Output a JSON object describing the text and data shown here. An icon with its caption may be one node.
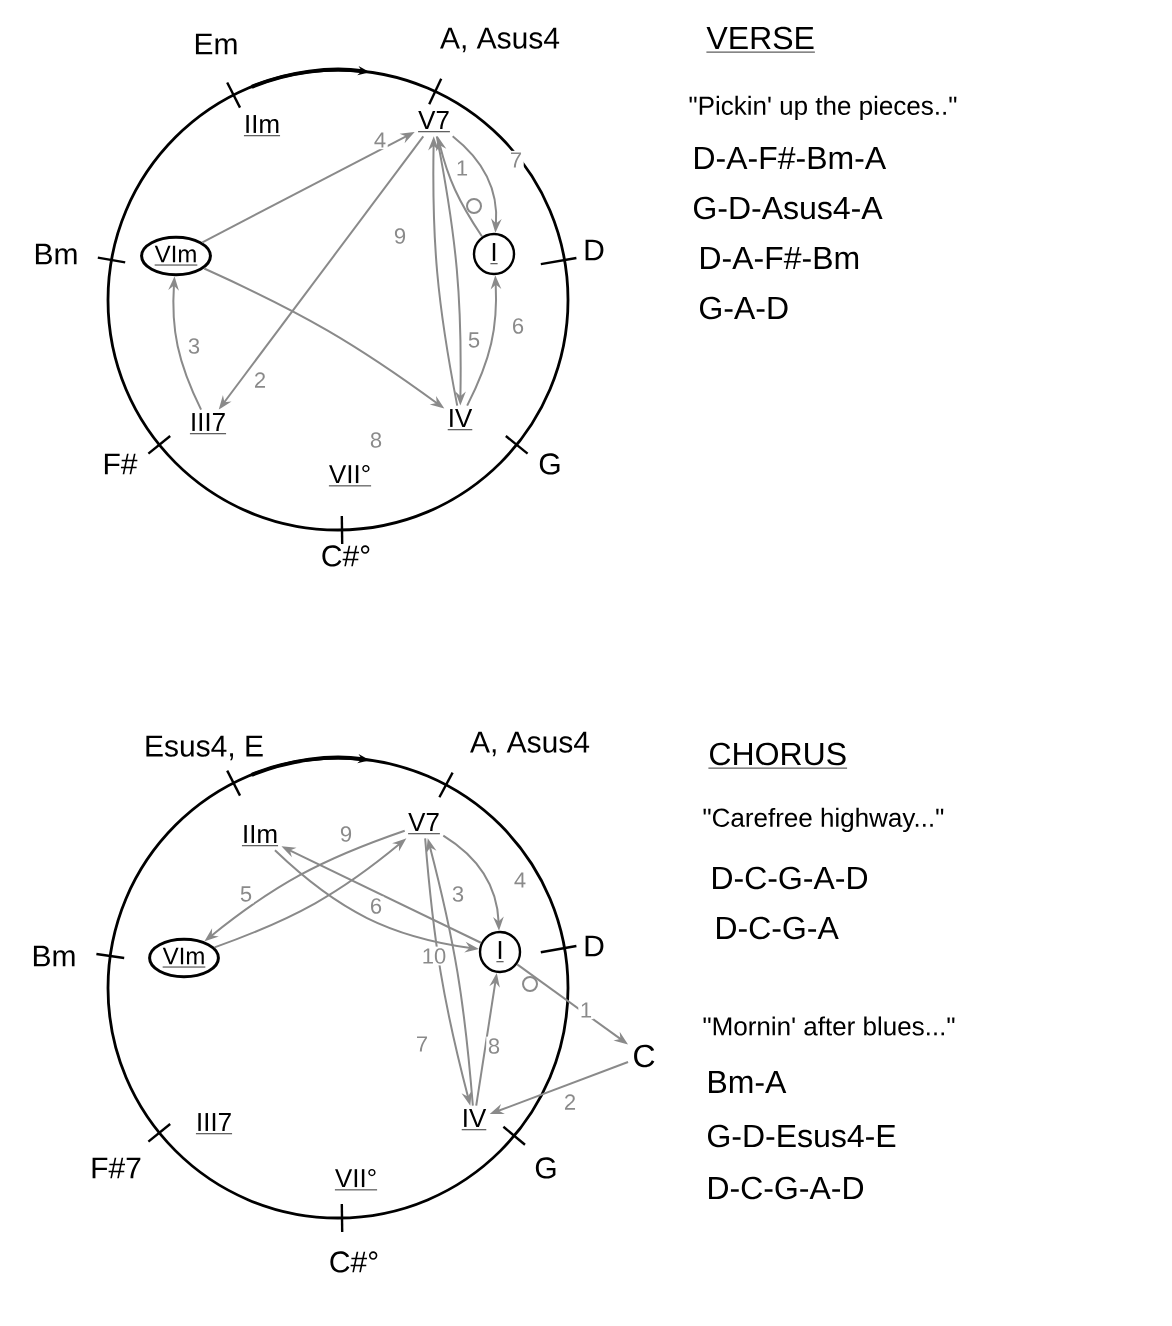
{
  "diagram": {
    "nodes": [
      {
        "text": [],
        "shape": "circle"
      },
      {
        "text": [
          "IIm"
        ],
        "in": 0,
        "beside": [
          "Em"
        ]
      },
      {
        "text": [
          "V7"
        ],
        "in": 0,
        "beside": [
          "A, Asus4"
        ]
      },
      {
        "text": [
          "VIm"
        ],
        "in": 0,
        "beside": [
          "Bm"
        ]
      },
      {
        "text": [
          "I"
        ],
        "in": 0,
        "beside": [
          "D"
        ]
      },
      {
        "text": [
          "III7"
        ],
        "in": 0,
        "beside": [
          "F#"
        ]
      },
      {
        "text": [
          "IV"
        ],
        "in": 0,
        "beside": [
          "G"
        ]
      },
      {
        "text": [
          "VII°"
        ],
        "in": 0,
        "beside": [
          "C#°"
        ]
      },
      {
        "text": [],
        "shape": "circle"
      },
      {
        "text": [
          "IIm"
        ],
        "in": 8,
        "beside": [
          "Esus4, E"
        ]
      },
      {
        "text": [
          "V7"
        ],
        "in": 8,
        "beside": [
          "A, Asus4"
        ]
      },
      {
        "text": [
          "VIm"
        ],
        "in": 8,
        "beside": [
          "Bm"
        ]
      },
      {
        "text": [
          "I"
        ],
        "in": 8,
        "beside": [
          "D"
        ]
      },
      {
        "text": [
          "C"
        ]
      },
      {
        "text": [
          "IV"
        ],
        "in": 8,
        "beside": [
          "G"
        ]
      },
      {
        "text": [
          "III7"
        ],
        "in": 8,
        "beside": [
          "F#7"
        ]
      },
      {
        "text": [
          "VII°"
        ],
        "in": 8,
        "beside": [
          "C#°"
        ]
      }
    ],
    "edges": [
      {
        "from": 4,
        "to": 2,
        "arrow": "to",
        "label": "1"
      },
      {
        "from": 2,
        "to": 5,
        "arrow": "to",
        "label": "2"
      },
      {
        "from": 5,
        "to": 3,
        "arrow": "to",
        "label": "3"
      },
      {
        "from": 3,
        "to": 2,
        "arrow": "to",
        "label": "4"
      },
      {
        "from": 2,
        "to": 6,
        "arrow": "to",
        "label": "5"
      },
      {
        "from": 6,
        "to": 4,
        "arrow": "to",
        "label": "6"
      },
      {
        "from": 2,
        "to": 4,
        "arrow": "to",
        "label": "7"
      },
      {
        "from": 3,
        "to": 6,
        "arrow": "to",
        "label": "8"
      },
      {
        "from": 6,
        "to": 2,
        "arrow": "to",
        "label": "9"
      },
      {
        "from": 12,
        "to": 13,
        "arrow": "to",
        "label": "1"
      },
      {
        "from": 13,
        "to": 14,
        "arrow": "to",
        "label": "2"
      },
      {
        "from": 14,
        "to": 10,
        "arrow": "to",
        "label": "3"
      },
      {
        "from": 10,
        "to": 12,
        "arrow": "to",
        "label": "4"
      },
      {
        "from": 10,
        "to": 11,
        "arrow": "to",
        "label": "5"
      },
      {
        "from": 11,
        "to": 10,
        "arrow": "to",
        "label": "6"
      },
      {
        "from": 10,
        "to": 14,
        "arrow": "to",
        "label": "7"
      },
      {
        "from": 14,
        "to": 12,
        "arrow": "to",
        "label": "8"
      },
      {
        "from": 12,
        "to": 9,
        "arrow": "to",
        "label": "9"
      },
      {
        "from": 9,
        "to": 12,
        "arrow": "to",
        "label": "10"
      }
    ],
    "labels": [
      "VERSE",
      "\"Pickin' up the pieces..\"",
      "D-A-F#-Bm-A",
      "G-D-Asus4-A",
      "D-A-F#-Bm",
      "G-A-D",
      "CHORUS",
      "\"Carefree highway...\"",
      "D-C-G-A-D",
      "D-C-G-A",
      "\"Mornin' after blues...\"",
      "Bm-A",
      "G-D-Esus4-E",
      "D-C-G-A-D"
    ]
  }
}
